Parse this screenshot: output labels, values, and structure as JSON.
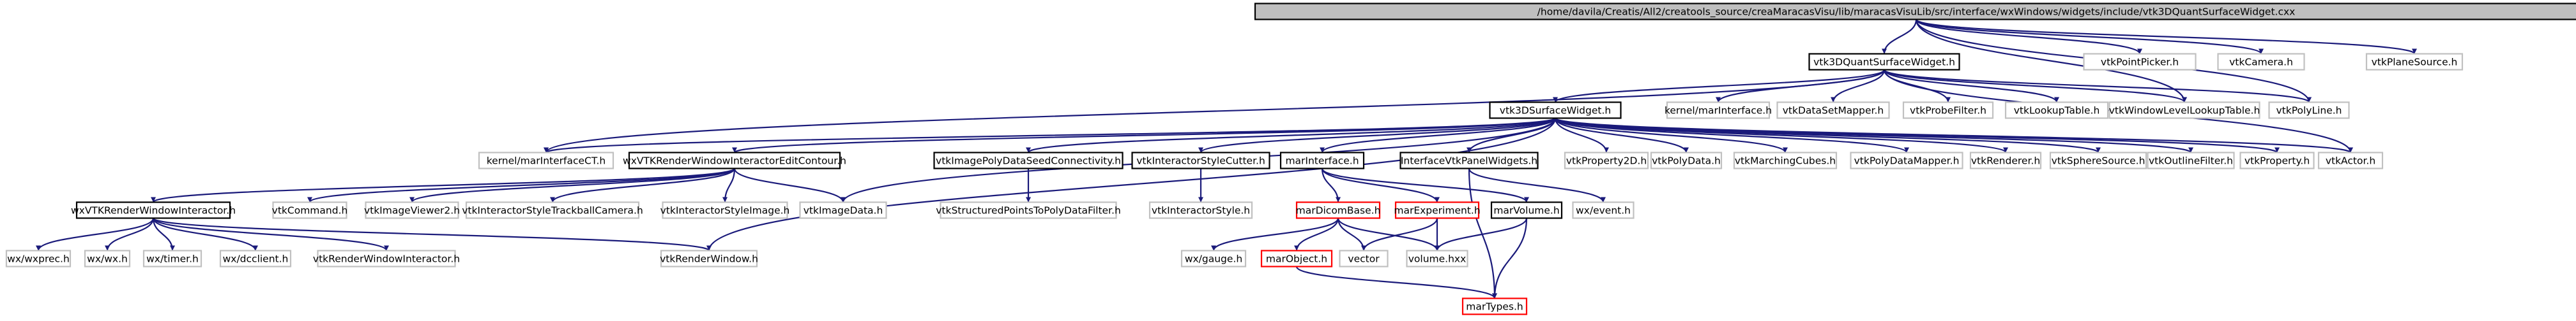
{
  "graph": {
    "nodes": [
      {
        "id": "root",
        "label": "/home/davila/Creatis/All2/creatools_source/creaMaracasVisu/lib/maracasVisuLib/src/interface/wxWindows/widgets/include/vtk3DQuantSurfaceWidget.cxx",
        "style": "root"
      },
      {
        "id": "vtk3dquant",
        "label": "vtk3DQuantSurfaceWidget.h",
        "style": "plain"
      },
      {
        "id": "vtkpointpicker",
        "label": "vtkPointPicker.h",
        "style": "leaf"
      },
      {
        "id": "vtkcamera",
        "label": "vtkCamera.h",
        "style": "leaf"
      },
      {
        "id": "vtkplanesource",
        "label": "vtkPlaneSource.h",
        "style": "leaf"
      },
      {
        "id": "vtk3dsurface",
        "label": "vtk3DSurfaceWidget.h",
        "style": "plain"
      },
      {
        "id": "kernelmarinterface",
        "label": "kernel/marInterface.h",
        "style": "leaf"
      },
      {
        "id": "vtkdatasetmapper",
        "label": "vtkDataSetMapper.h",
        "style": "leaf"
      },
      {
        "id": "vtkprobefilter",
        "label": "vtkProbeFilter.h",
        "style": "leaf"
      },
      {
        "id": "vtklookuptable",
        "label": "vtkLookupTable.h",
        "style": "leaf"
      },
      {
        "id": "vtkwindowlevel",
        "label": "vtkWindowLevelLookupTable.h",
        "style": "leaf"
      },
      {
        "id": "vtkpolyline",
        "label": "vtkPolyLine.h",
        "style": "leaf"
      },
      {
        "id": "kernelmarinterfacect",
        "label": "kernel/marInterfaceCT.h",
        "style": "leaf"
      },
      {
        "id": "wxvtkeditcontour",
        "label": "wxVTKRenderWindowInteractorEditContour.h",
        "style": "plain"
      },
      {
        "id": "vtkimagepolydata",
        "label": "vtkImagePolyDataSeedConnectivity.h",
        "style": "plain"
      },
      {
        "id": "vtkinteractorcutter",
        "label": "vtkInteractorStyleCutter.h",
        "style": "plain"
      },
      {
        "id": "marinterface",
        "label": "marInterface.h",
        "style": "plain"
      },
      {
        "id": "interfacevtkpanel",
        "label": "InterfaceVtkPanelWidgets.h",
        "style": "plain"
      },
      {
        "id": "vtkproperty2d",
        "label": "vtkProperty2D.h",
        "style": "leaf"
      },
      {
        "id": "vtkpolydata",
        "label": "vtkPolyData.h",
        "style": "leaf"
      },
      {
        "id": "vtkmarchingcubes",
        "label": "vtkMarchingCubes.h",
        "style": "leaf"
      },
      {
        "id": "vtkpolydatamapper",
        "label": "vtkPolyDataMapper.h",
        "style": "leaf"
      },
      {
        "id": "vtkrenderer",
        "label": "vtkRenderer.h",
        "style": "leaf"
      },
      {
        "id": "vtkspheresource",
        "label": "vtkSphereSource.h",
        "style": "leaf"
      },
      {
        "id": "vtkoutlinefilter",
        "label": "vtkOutlineFilter.h",
        "style": "leaf"
      },
      {
        "id": "vtkproperty",
        "label": "vtkProperty.h",
        "style": "leaf"
      },
      {
        "id": "vtkactor",
        "label": "vtkActor.h",
        "style": "leaf"
      },
      {
        "id": "wxvtkrwi",
        "label": "wxVTKRenderWindowInteractor.h",
        "style": "plain"
      },
      {
        "id": "vtkcommand",
        "label": "vtkCommand.h",
        "style": "leaf"
      },
      {
        "id": "vtkimageviewer2",
        "label": "vtkImageViewer2.h",
        "style": "leaf"
      },
      {
        "id": "vtkistrackball",
        "label": "vtkInteractorStyleTrackballCamera.h",
        "style": "leaf"
      },
      {
        "id": "vtkisimage",
        "label": "vtkInteractorStyleImage.h",
        "style": "leaf"
      },
      {
        "id": "vtkimagedata",
        "label": "vtkImageData.h",
        "style": "leaf"
      },
      {
        "id": "vtkstructuredpoints",
        "label": "vtkStructuredPointsToPolyDataFilter.h",
        "style": "leaf"
      },
      {
        "id": "vtkinteractorstyle",
        "label": "vtkInteractorStyle.h",
        "style": "leaf"
      },
      {
        "id": "mardicombase",
        "label": "marDicomBase.h",
        "style": "red"
      },
      {
        "id": "marexperiment",
        "label": "marExperiment.h",
        "style": "red"
      },
      {
        "id": "marvolume",
        "label": "marVolume.h",
        "style": "plain"
      },
      {
        "id": "wxevent",
        "label": "wx/event.h",
        "style": "leaf"
      },
      {
        "id": "wxwxprec",
        "label": "wx/wxprec.h",
        "style": "leaf"
      },
      {
        "id": "wxwx",
        "label": "wx/wx.h",
        "style": "leaf"
      },
      {
        "id": "wxtimer",
        "label": "wx/timer.h",
        "style": "leaf"
      },
      {
        "id": "wxdcclient",
        "label": "wx/dcclient.h",
        "style": "leaf"
      },
      {
        "id": "vtkrwi",
        "label": "vtkRenderWindowInteractor.h",
        "style": "leaf"
      },
      {
        "id": "vtkrenderwindow",
        "label": "vtkRenderWindow.h",
        "style": "leaf"
      },
      {
        "id": "wxgauge",
        "label": "wx/gauge.h",
        "style": "leaf"
      },
      {
        "id": "marobject",
        "label": "marObject.h",
        "style": "red"
      },
      {
        "id": "vector",
        "label": "vector",
        "style": "leaf"
      },
      {
        "id": "volumehxx",
        "label": "volume.hxx",
        "style": "leaf"
      },
      {
        "id": "martypes",
        "label": "marTypes.h",
        "style": "red"
      }
    ],
    "edges": [
      [
        "root",
        "vtk3dquant"
      ],
      [
        "root",
        "vtkpointpicker"
      ],
      [
        "root",
        "vtkcamera"
      ],
      [
        "root",
        "vtkplanesource"
      ],
      [
        "root",
        "vtkwindowlevel"
      ],
      [
        "root",
        "vtkpolyline"
      ],
      [
        "vtk3dquant",
        "vtk3dsurface"
      ],
      [
        "vtk3dquant",
        "kernelmarinterface"
      ],
      [
        "vtk3dquant",
        "vtkdatasetmapper"
      ],
      [
        "vtk3dquant",
        "vtkprobefilter"
      ],
      [
        "vtk3dquant",
        "vtklookuptable"
      ],
      [
        "vtk3dquant",
        "vtkwindowlevel"
      ],
      [
        "vtk3dquant",
        "vtkpolyline"
      ],
      [
        "vtk3dquant",
        "kernelmarinterfacect"
      ],
      [
        "vtk3dquant",
        "vtkactor"
      ],
      [
        "vtk3dsurface",
        "kernelmarinterfacect"
      ],
      [
        "vtk3dsurface",
        "wxvtkeditcontour"
      ],
      [
        "vtk3dsurface",
        "vtkimagepolydata"
      ],
      [
        "vtk3dsurface",
        "vtkinteractorcutter"
      ],
      [
        "vtk3dsurface",
        "marinterface"
      ],
      [
        "vtk3dsurface",
        "interfacevtkpanel"
      ],
      [
        "vtk3dsurface",
        "vtkproperty2d"
      ],
      [
        "vtk3dsurface",
        "vtkpolydata"
      ],
      [
        "vtk3dsurface",
        "vtkmarchingcubes"
      ],
      [
        "vtk3dsurface",
        "vtkpolydatamapper"
      ],
      [
        "vtk3dsurface",
        "vtkrenderer"
      ],
      [
        "vtk3dsurface",
        "vtkspheresource"
      ],
      [
        "vtk3dsurface",
        "vtkoutlinefilter"
      ],
      [
        "vtk3dsurface",
        "vtkproperty"
      ],
      [
        "vtk3dsurface",
        "vtkactor"
      ],
      [
        "vtk3dsurface",
        "vtkimagedata"
      ],
      [
        "vtk3dsurface",
        "vtkrenderwindow"
      ],
      [
        "wxvtkeditcontour",
        "wxvtkrwi"
      ],
      [
        "wxvtkeditcontour",
        "vtkcommand"
      ],
      [
        "wxvtkeditcontour",
        "vtkimageviewer2"
      ],
      [
        "wxvtkeditcontour",
        "vtkistrackball"
      ],
      [
        "wxvtkeditcontour",
        "vtkisimage"
      ],
      [
        "wxvtkeditcontour",
        "vtkimagedata"
      ],
      [
        "vtkimagepolydata",
        "vtkstructuredpoints"
      ],
      [
        "vtkinteractorcutter",
        "vtkinteractorstyle"
      ],
      [
        "marinterface",
        "mardicombase"
      ],
      [
        "marinterface",
        "marexperiment"
      ],
      [
        "marinterface",
        "marvolume"
      ],
      [
        "interfacevtkpanel",
        "wxevent"
      ],
      [
        "interfacevtkpanel",
        "martypes"
      ],
      [
        "wxvtkrwi",
        "wxwxprec"
      ],
      [
        "wxvtkrwi",
        "wxwx"
      ],
      [
        "wxvtkrwi",
        "wxtimer"
      ],
      [
        "wxvtkrwi",
        "wxdcclient"
      ],
      [
        "wxvtkrwi",
        "vtkrwi"
      ],
      [
        "wxvtkrwi",
        "vtkrenderwindow"
      ],
      [
        "mardicombase",
        "wxgauge"
      ],
      [
        "mardicombase",
        "marobject"
      ],
      [
        "mardicombase",
        "vector"
      ],
      [
        "mardicombase",
        "volumehxx"
      ],
      [
        "marexperiment",
        "vector"
      ],
      [
        "marexperiment",
        "volumehxx"
      ],
      [
        "marvolume",
        "volumehxx"
      ],
      [
        "marvolume",
        "martypes"
      ],
      [
        "marobject",
        "martypes"
      ]
    ]
  }
}
